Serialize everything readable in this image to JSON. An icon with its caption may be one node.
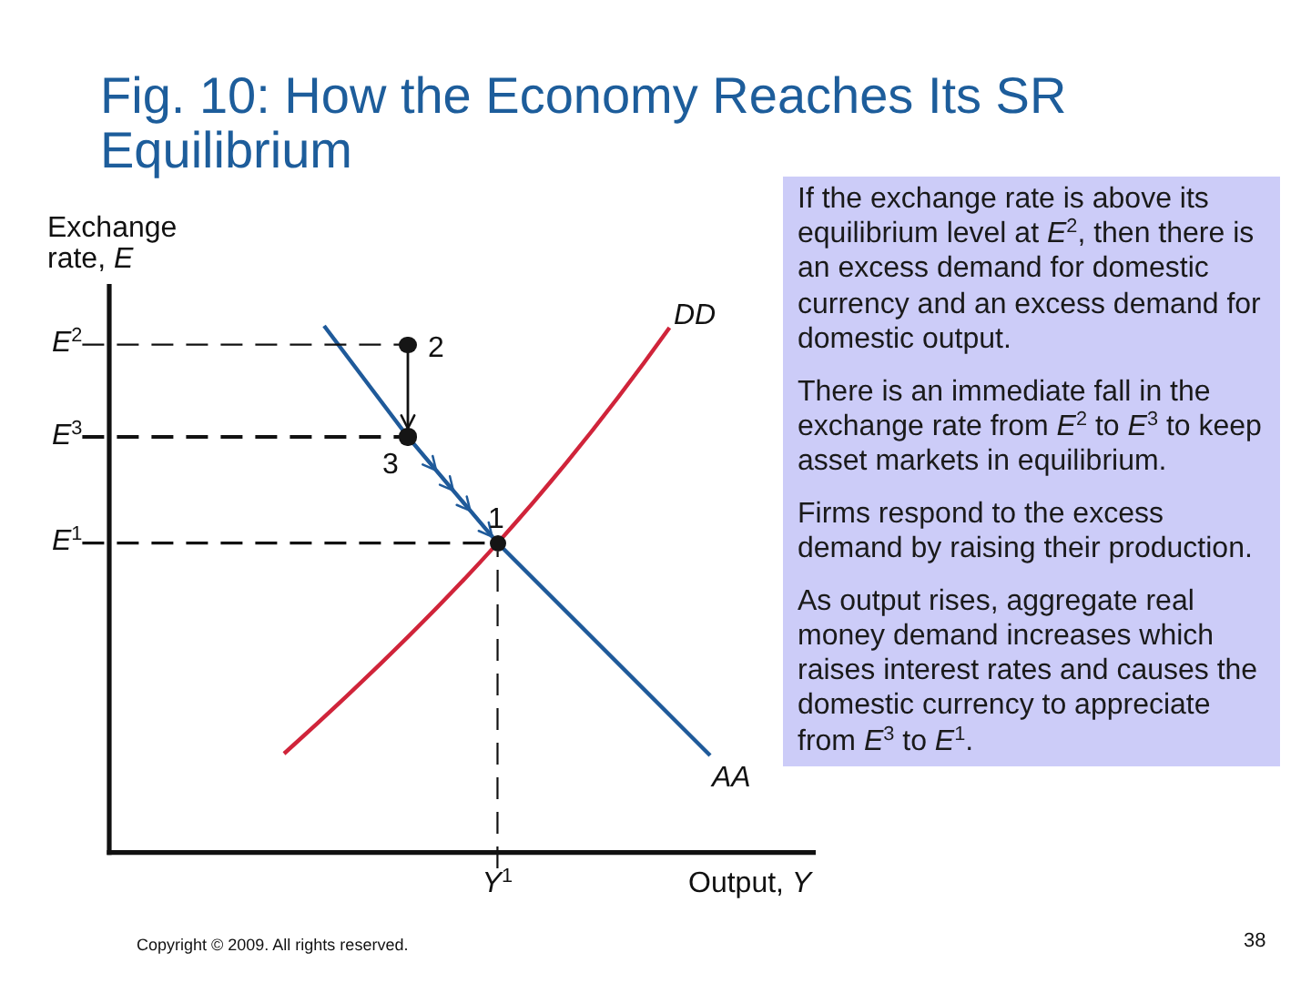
{
  "diagram": {
    "title": "Fig. 10: How the Economy Reaches Its SR Equilibrium",
    "nodes": [
      {
        "text": [
          "*E*$^{2}$"
        ]
      },
      {
        "text": [],
        "shape": "circle",
        "beside": [
          "2"
        ]
      },
      {
        "text": [
          "*E*$^{3}$"
        ]
      },
      {
        "text": [],
        "shape": "circle",
        "beside": [
          "3"
        ]
      },
      {
        "text": [
          "*E*$^{1}$"
        ]
      },
      {
        "text": [],
        "shape": "circle",
        "beside": [
          "1"
        ]
      },
      {
        "text": [
          "*Y*$^{1}$"
        ]
      },
      {
        "text": [
          "If the exchange rate is above its equilibrium level at *E*$^{2}$, then there is an excess demand for domestic currency and an excess demand for domestic output.",
          "There is an immediate fall in the exchange rate from *E*$^{2}$ to *E*$^{3}$ to keep asset markets in equilibrium.",
          "Firms respond to the excess demand by raising their production.",
          "As output rises, aggregate real money demand increases which raises interest rates and causes the domestic currency to appreciate from *E*$^{3}$ to *E*$^{1}$."
        ]
      }
    ],
    "edges": [
      {
        "from": 0,
        "to": 1,
        "arrow": "none",
        "style": "dashed"
      },
      {
        "from": 1,
        "to": 3,
        "arrow": "to"
      },
      {
        "from": 2,
        "to": 3,
        "arrow": "none",
        "style": "dashed"
      },
      {
        "from": 3,
        "to": 5,
        "arrow": "to",
        "color": "#1f5a9a"
      },
      {
        "from": 4,
        "to": 5,
        "arrow": "none",
        "style": "dashed"
      },
      {
        "from": 6,
        "to": 5,
        "arrow": "none",
        "style": "dashed"
      }
    ],
    "labels": [
      "Exchange rate, *E*",
      "DD",
      "AA",
      "Output, *Y*",
      "Copyright © 2009. All rights reserved.",
      "38"
    ]
  }
}
